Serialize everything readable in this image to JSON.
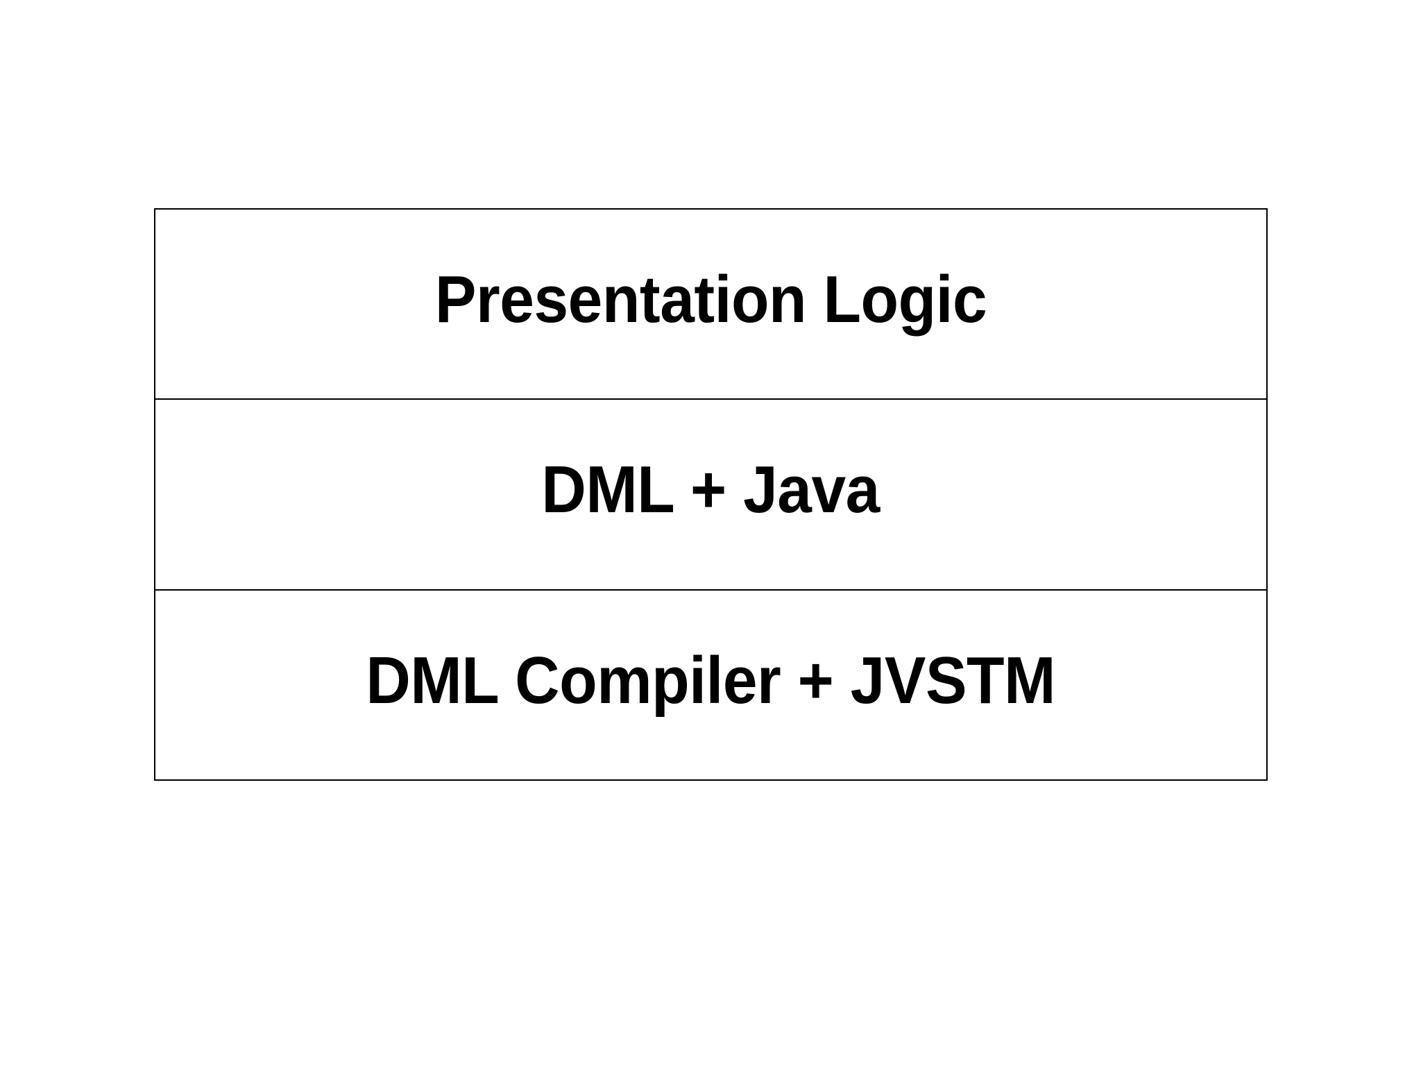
{
  "page": {
    "background_color": "#ffffff",
    "text_color": "#000000",
    "border_color": "#000000"
  },
  "diagram": {
    "type": "layered-stack",
    "title": "",
    "layers": [
      {
        "id": "presentation-logic",
        "label": "Presentation Logic",
        "order": 1
      },
      {
        "id": "dml-java",
        "label": "DML + Java",
        "order": 2
      },
      {
        "id": "dml-compiler-jvstm",
        "label": "DML Compiler + JVSTM",
        "order": 3
      }
    ]
  }
}
